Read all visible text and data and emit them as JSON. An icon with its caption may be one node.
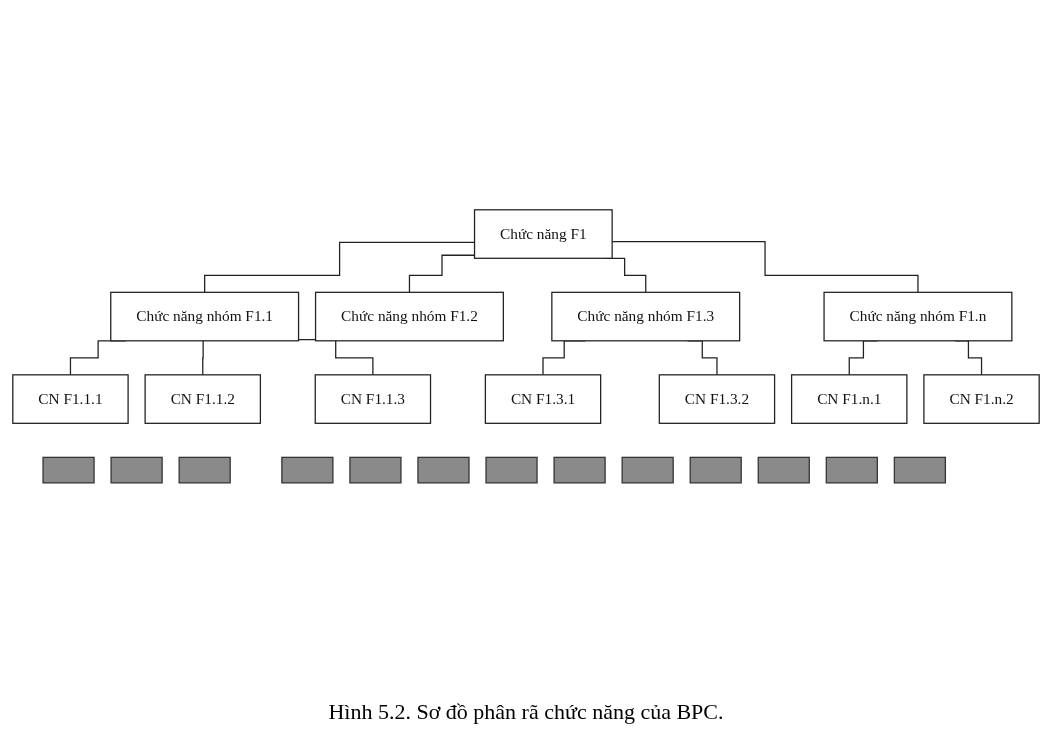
{
  "diagram": {
    "caption": "Hình 5.2. Sơ đồ phân rã chức năng của BPC.",
    "nodes": [
      {
        "text": [
          "Chức năng F1"
        ]
      },
      {
        "text": [
          "Chức năng nhóm F1.1"
        ]
      },
      {
        "text": [
          "Chức năng nhóm F1.2"
        ]
      },
      {
        "text": [
          "Chức năng nhóm F1.3"
        ]
      },
      {
        "text": [
          "Chức năng nhóm F1.n"
        ]
      },
      {
        "text": [
          "CN F1.1.1"
        ]
      },
      {
        "text": [
          "CN F1.1.2"
        ]
      },
      {
        "text": [
          "CN F1.1.3"
        ]
      },
      {
        "text": [
          "CN F1.3.1"
        ]
      },
      {
        "text": [
          "CN F1.3.2"
        ]
      },
      {
        "text": [
          "CN F1.n.1"
        ]
      },
      {
        "text": [
          "CN F1.n.2"
        ]
      },
      {
        "text": [],
        "shape": "box"
      },
      {
        "text": [],
        "shape": "box"
      },
      {
        "text": [],
        "shape": "box"
      },
      {
        "text": [],
        "shape": "box"
      },
      {
        "text": [],
        "shape": "box"
      },
      {
        "text": [],
        "shape": "box"
      },
      {
        "text": [],
        "shape": "box"
      },
      {
        "text": [],
        "shape": "box"
      },
      {
        "text": [],
        "shape": "box"
      },
      {
        "text": [],
        "shape": "box"
      },
      {
        "text": [],
        "shape": "box"
      },
      {
        "text": [],
        "shape": "box"
      },
      {
        "text": [],
        "shape": "box"
      }
    ],
    "edges": [
      {
        "from": 0,
        "to": 1,
        "arrow": "none"
      },
      {
        "from": 0,
        "to": 2,
        "arrow": "none"
      },
      {
        "from": 0,
        "to": 3,
        "arrow": "none"
      },
      {
        "from": 0,
        "to": 4,
        "arrow": "none"
      },
      {
        "from": 1,
        "to": 5,
        "arrow": "none"
      },
      {
        "from": 1,
        "to": 6,
        "arrow": "none"
      },
      {
        "from": 1,
        "to": 7,
        "arrow": "none"
      },
      {
        "from": 3,
        "to": 8,
        "arrow": "none"
      },
      {
        "from": 3,
        "to": 9,
        "arrow": "none"
      },
      {
        "from": 4,
        "to": 10,
        "arrow": "none"
      },
      {
        "from": 4,
        "to": 11,
        "arrow": "none"
      }
    ]
  }
}
